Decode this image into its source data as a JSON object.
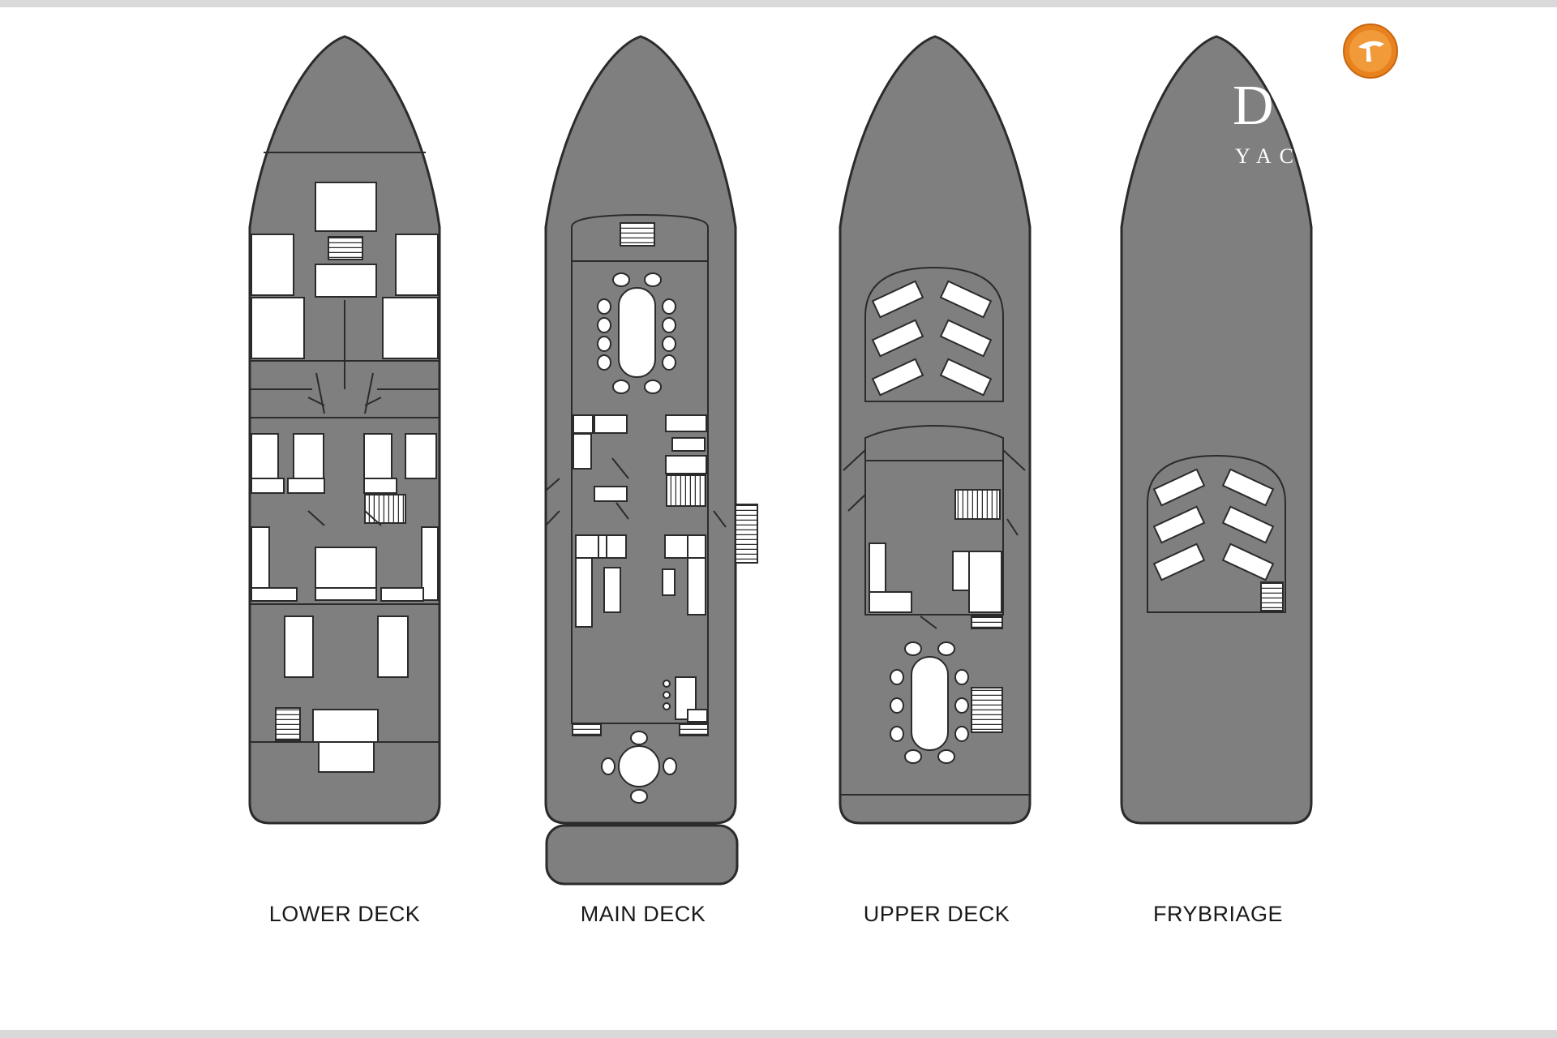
{
  "decks": [
    {
      "id": "lower",
      "label": "LOWER DECK"
    },
    {
      "id": "main",
      "label": "MAIN DECK"
    },
    {
      "id": "upper",
      "label": "UPPER DECK"
    },
    {
      "id": "flybridge",
      "label": "FRYBRIAGE"
    }
  ],
  "brand": {
    "letter": "D",
    "word": "YAC",
    "logo_icon": "boat-sail-icon",
    "logo_color": "#e8821e"
  },
  "colors": {
    "hull_fill": "#7f7f7f",
    "outline": "#2b2b2b",
    "furniture": "#ffffff",
    "background": "#ffffff"
  }
}
